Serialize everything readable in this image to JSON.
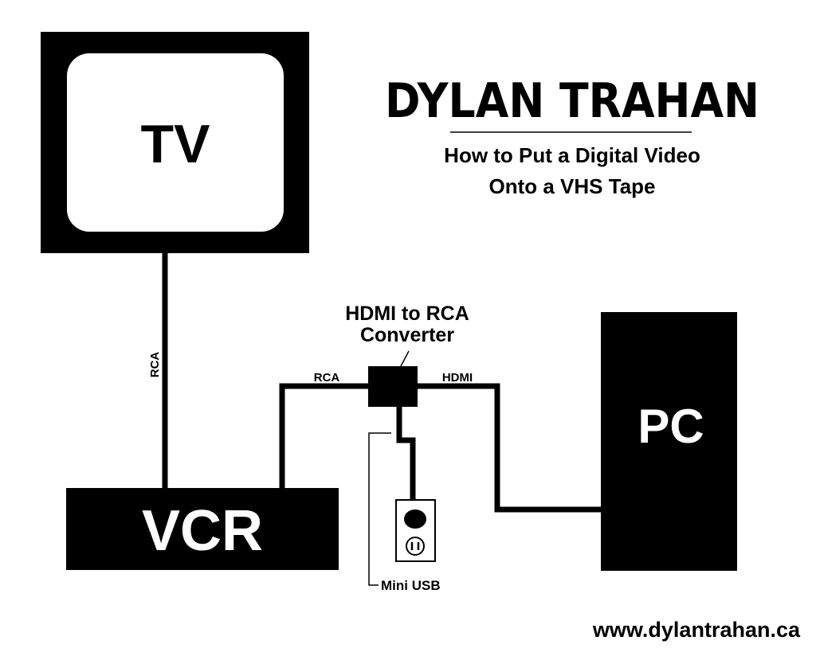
{
  "header": {
    "brand": "DYLAN TRAHAN",
    "subtitle_line1": "How to Put a Digital Video",
    "subtitle_line2": "Onto a VHS Tape"
  },
  "devices": {
    "tv": "TV",
    "vcr": "VCR",
    "pc": "PC"
  },
  "converter": {
    "title_line1": "HDMI  to RCA",
    "title_line2": "Converter"
  },
  "cables": {
    "tv_vcr": "RCA",
    "vcr_converter": "RCA",
    "converter_pc": "HDMI",
    "power": "Mini USB"
  },
  "footer": {
    "url": "www.dylantrahan.ca"
  },
  "colors": {
    "ink": "#000000",
    "paper": "#ffffff"
  }
}
